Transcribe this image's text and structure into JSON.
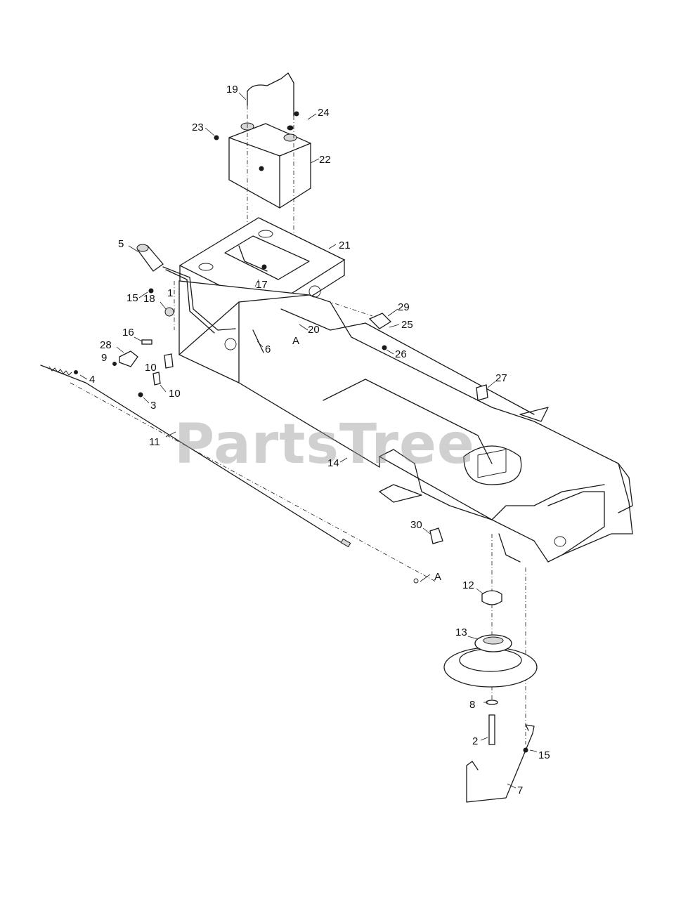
{
  "watermark": "PartsTree",
  "callouts": {
    "c1": "1",
    "c2": "2",
    "c3": "3",
    "c4": "4",
    "c5": "5",
    "c6": "6",
    "c7": "7",
    "c8": "8",
    "c9": "9",
    "c10a": "10",
    "c10b": "10",
    "c11": "11",
    "c12": "12",
    "c13": "13",
    "c14": "14",
    "c15a": "15",
    "c15b": "15",
    "c16": "16",
    "c17": "17",
    "c18": "18",
    "c19": "19",
    "c20": "20",
    "c21": "21",
    "c22": "22",
    "c23": "23",
    "c24": "24",
    "c25": "25",
    "c26": "26",
    "c27": "27",
    "c28": "28",
    "c29": "29",
    "c30": "30",
    "ref_a1": "A",
    "ref_a2": "A"
  }
}
